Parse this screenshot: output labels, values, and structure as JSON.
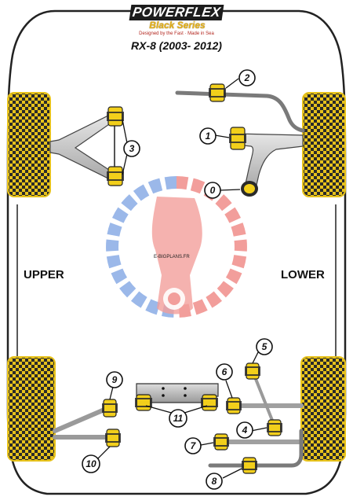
{
  "header": {
    "brand": "POWERFLEX",
    "series": "Black Series",
    "tagline": "Designed by the Fast · Made in Sea",
    "model": "RX-8 (2003- 2012)"
  },
  "sections": {
    "upper": "UPPER",
    "lower": "LOWER"
  },
  "callouts": [
    "0",
    "1",
    "2",
    "3",
    "4",
    "5",
    "6",
    "7",
    "8",
    "9",
    "10",
    "11"
  ],
  "watermark_text": "E-BIGPLANS.FR",
  "colors": {
    "tyre_yellow": "#e7c21b",
    "tyre_dark": "#2a2a2a",
    "bush_yellow": "#f2cf1b",
    "arm_gray": "#c8c8c8",
    "arm_stroke": "#444444",
    "body_outline": "#222222",
    "watermark_red": "#e9504a",
    "watermark_blue": "#4a7fd8"
  }
}
